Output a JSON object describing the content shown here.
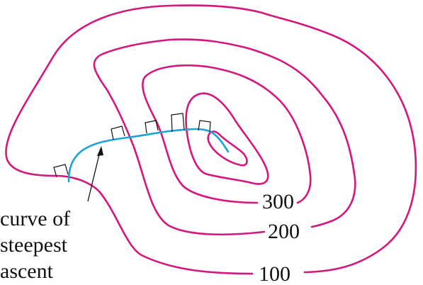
{
  "contours": {
    "outer_label": "100",
    "middle_label": "200",
    "inner_label": "300"
  },
  "annotation": {
    "line1": "curve of",
    "line2": "steepest",
    "line3": "ascent"
  },
  "colors": {
    "contour": "#d6157d",
    "ascent_curve": "#1aa3d6",
    "text": "#111111"
  }
}
